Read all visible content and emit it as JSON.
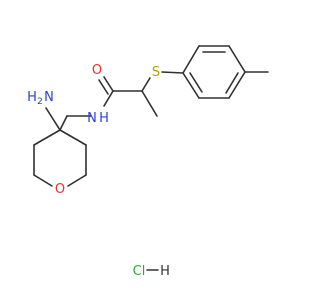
{
  "molecule": {
    "atoms": {
      "carbonyl_oxygen": "O",
      "amide_nitrogen": "N",
      "amide_hydrogen": "H",
      "sulfur": "S",
      "amine_nitrogen": "N",
      "amine_hydrogen": "H",
      "amine_h_subscript": "2",
      "ring_oxygen": "O"
    },
    "salt": {
      "chlorine": "Cl",
      "hydrogen": "H"
    }
  },
  "colors": {
    "bond": "#303030",
    "oxygen": "#e8322a",
    "nitrogen": "#2d3fd8",
    "sulfur": "#b8a000",
    "halogen": "#2fa82f",
    "hydrogen": "#303030"
  }
}
